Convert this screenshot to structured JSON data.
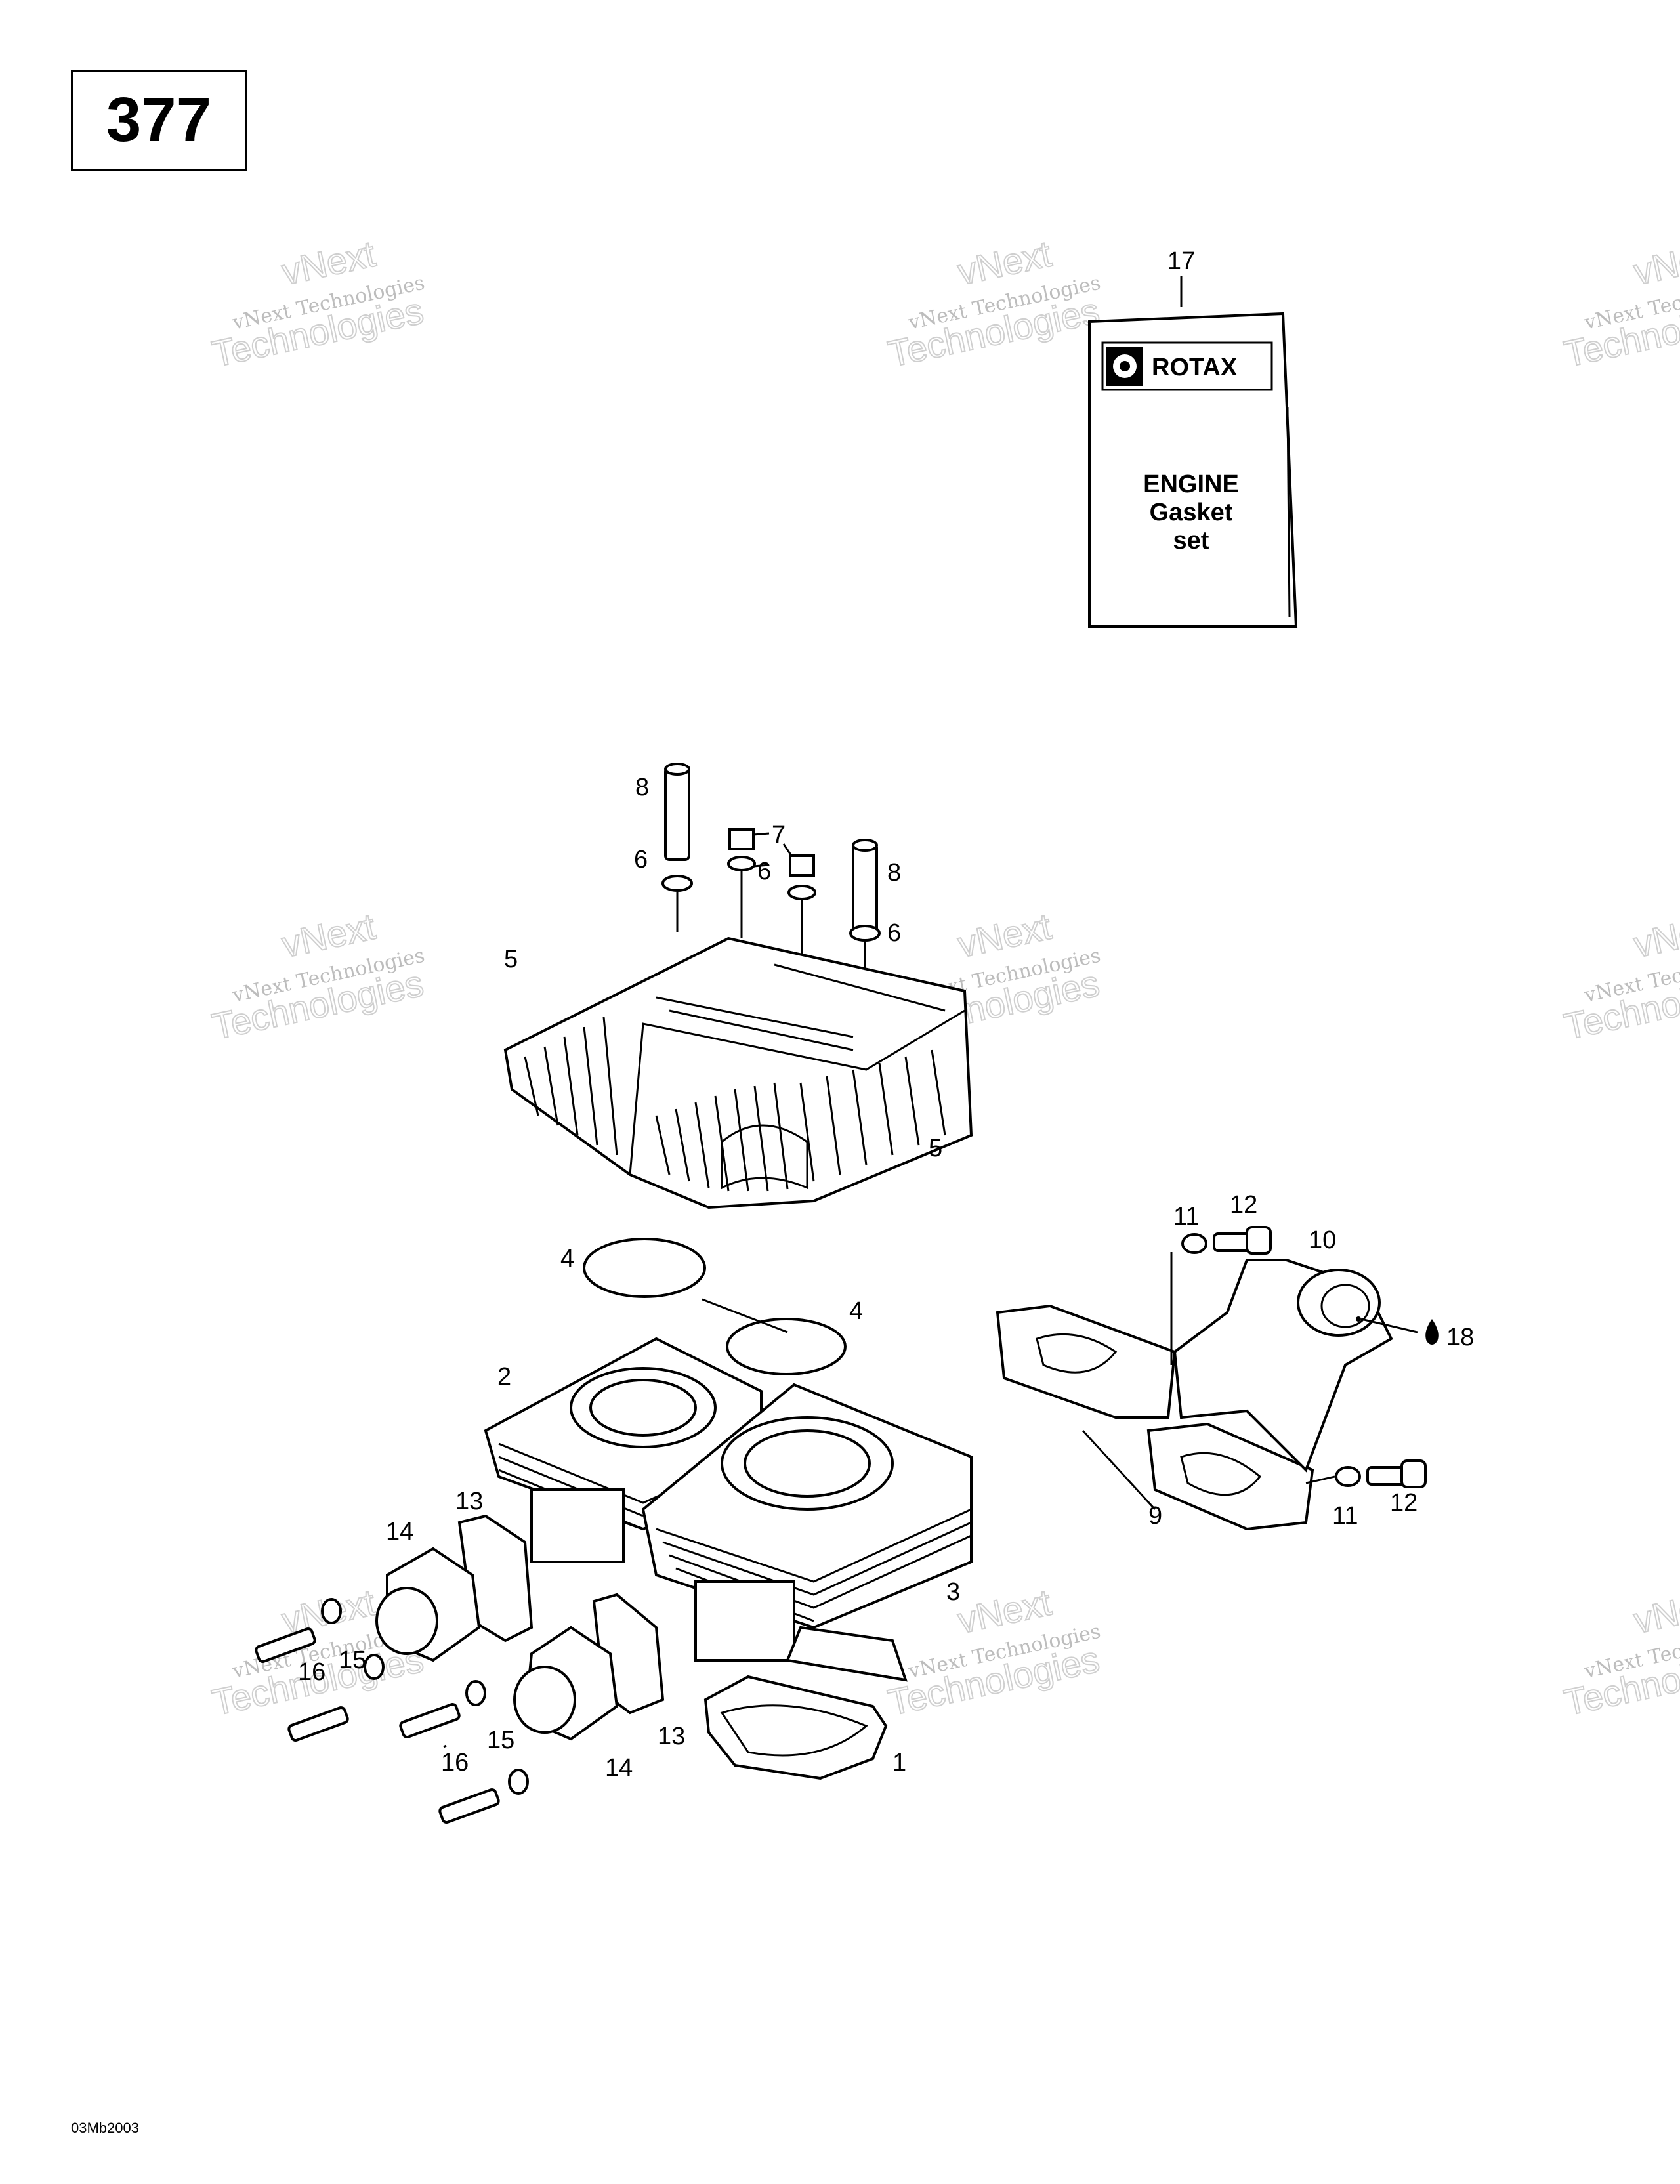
{
  "page_code": "377",
  "footer_code": "03Mb2003",
  "watermark": {
    "line1": "vNext",
    "line2": "vNext Technologies",
    "line3": "Technologies"
  },
  "gasket_set": {
    "brand": "ROTAX",
    "line1": "ENGINE",
    "line2": "Gasket",
    "line3": "set"
  },
  "callouts": {
    "c1": "1",
    "c2": "2",
    "c3": "3",
    "c4a": "4",
    "c4b": "4",
    "c5a": "5",
    "c5b": "5",
    "c6a": "6",
    "c6b": "6",
    "c6c": "6",
    "c7": "7",
    "c8a": "8",
    "c8b": "8",
    "c9": "9",
    "c10": "10",
    "c11a": "11",
    "c11b": "11",
    "c12a": "12",
    "c12b": "12",
    "c13a": "13",
    "c13b": "13",
    "c14a": "14",
    "c14b": "14",
    "c15a": "15",
    "c15b": "15",
    "c16a": "16",
    "c16b": "16",
    "c17": "17",
    "c18": "18"
  }
}
